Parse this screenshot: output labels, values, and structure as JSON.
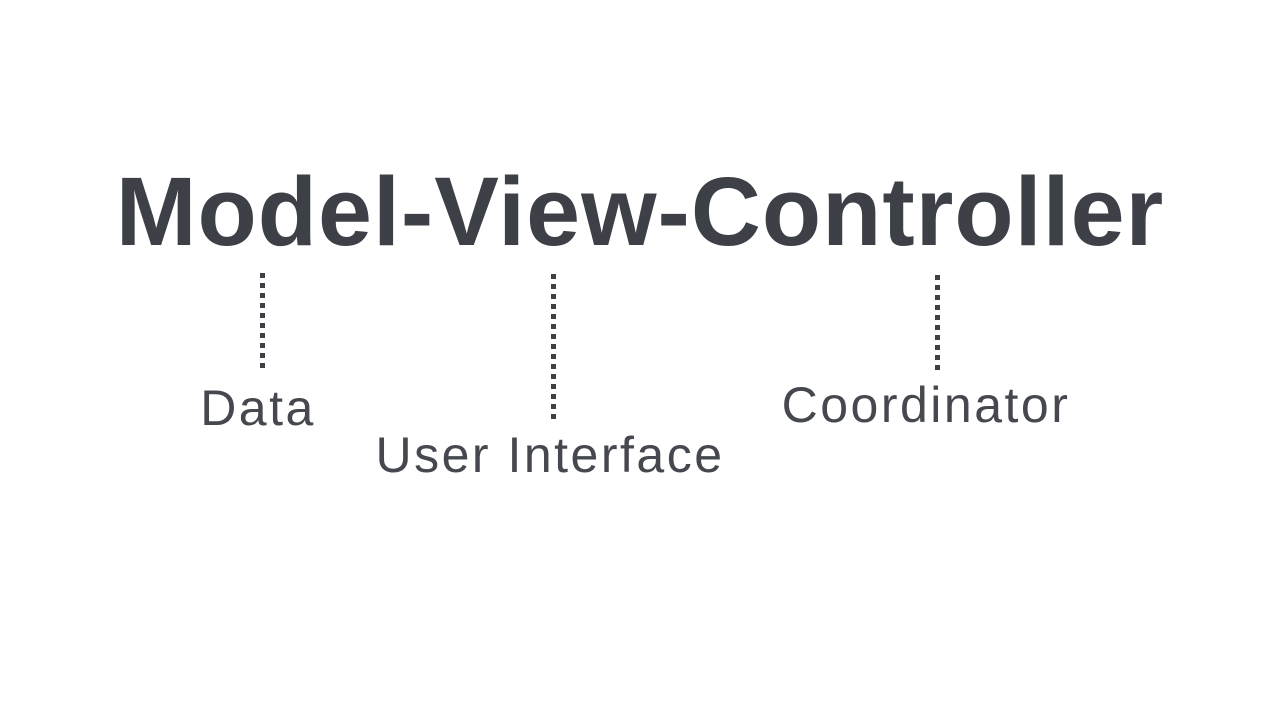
{
  "slide": {
    "title": "Model-View-Controller",
    "components": [
      {
        "name": "Model",
        "annotation": "Data"
      },
      {
        "name": "View",
        "annotation": "User Interface"
      },
      {
        "name": "Controller",
        "annotation": "Coordinator"
      }
    ],
    "colors": {
      "background": "#FFFFFF",
      "title_text": "#3D4147",
      "annotation_text": "#45484E",
      "connector": "#3D4147"
    }
  }
}
